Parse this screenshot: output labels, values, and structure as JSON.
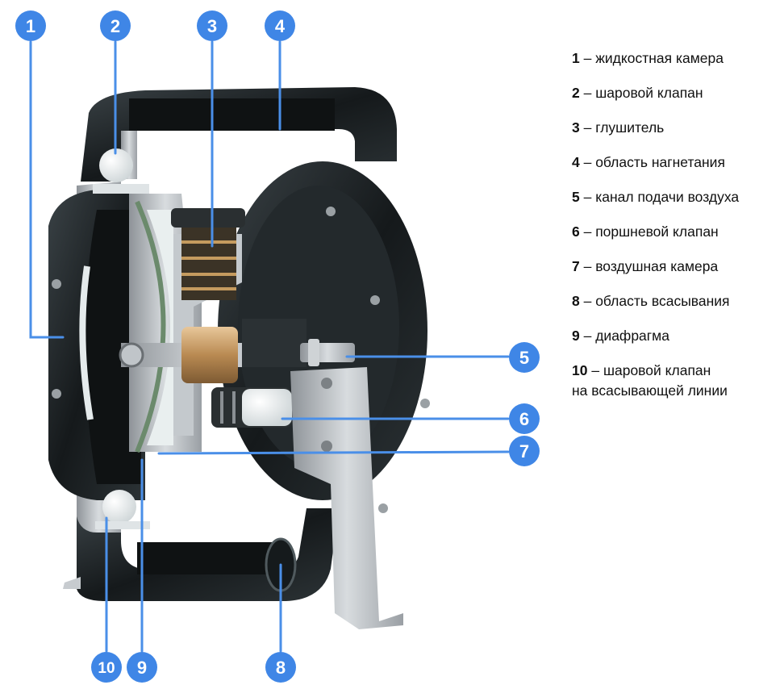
{
  "colors": {
    "callout": "#3f86e6",
    "callout_line": "#4a8fe8",
    "metal_dark": "#1e2326",
    "steel": "#b8bcc0",
    "diaphragm": "#e9efef"
  },
  "callouts": [
    "1",
    "2",
    "3",
    "4",
    "5",
    "6",
    "7",
    "8",
    "9",
    "10"
  ],
  "legend": [
    {
      "num": "1",
      "text": "– жидкостная камера"
    },
    {
      "num": "2",
      "text": "– шаровой клапан"
    },
    {
      "num": "3",
      "text": "– глушитель"
    },
    {
      "num": "4",
      "text": "– область нагнетания"
    },
    {
      "num": "5",
      "text": "– канал подачи воздуха"
    },
    {
      "num": "6",
      "text": "– поршневой клапан"
    },
    {
      "num": "7",
      "text": "– воздушная камера"
    },
    {
      "num": "8",
      "text": "– область всасывания"
    },
    {
      "num": "9",
      "text": "– диафрагма"
    },
    {
      "num": "10",
      "text": "– шаровой клапан",
      "text2": "на всасывающей линии"
    }
  ]
}
